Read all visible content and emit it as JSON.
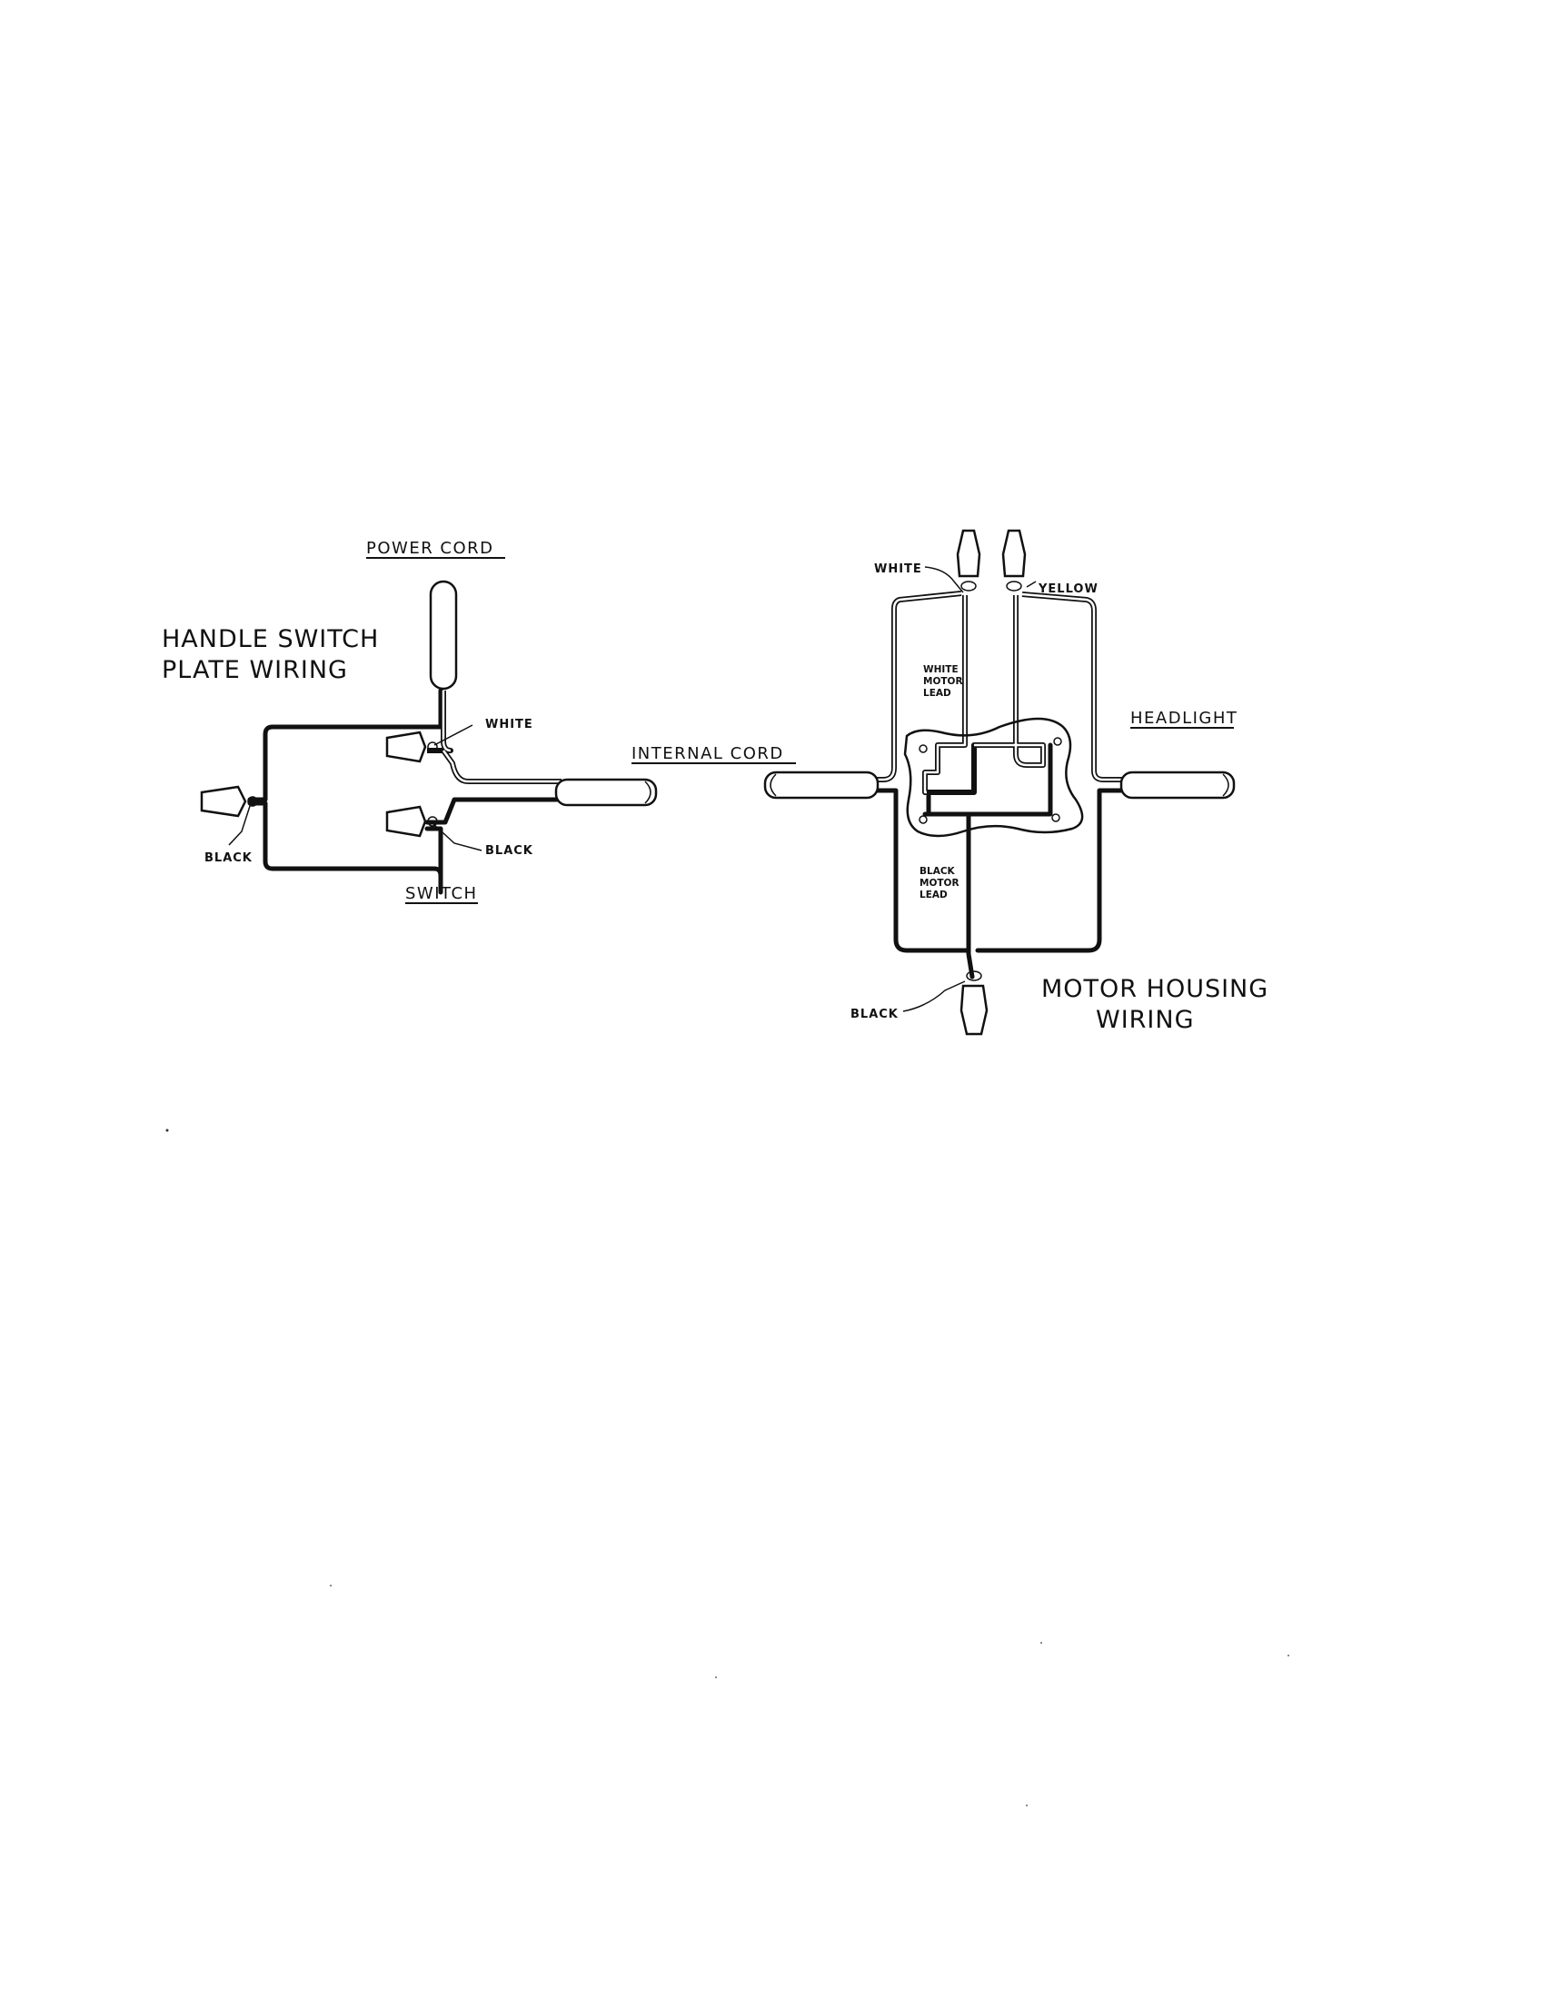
{
  "handle": {
    "title_line1": "HANDLE SWITCH",
    "title_line2": "PLATE WIRING",
    "power_cord": "POWER CORD",
    "white": "WHITE",
    "black_right": "BLACK",
    "black_left": "BLACK",
    "switch": "SWITCH",
    "internal_cord": "INTERNAL CORD"
  },
  "motor": {
    "white": "WHITE",
    "yellow": "YELLOW",
    "white_motor_lead": [
      "WHITE",
      "MOTOR",
      "LEAD"
    ],
    "headlight": "HEADLIGHT",
    "black_motor_lead": [
      "BLACK",
      "MOTOR",
      "LEAD"
    ],
    "black": "BLACK",
    "title_line1": "MOTOR HOUSING",
    "title_line2": "WIRING"
  }
}
